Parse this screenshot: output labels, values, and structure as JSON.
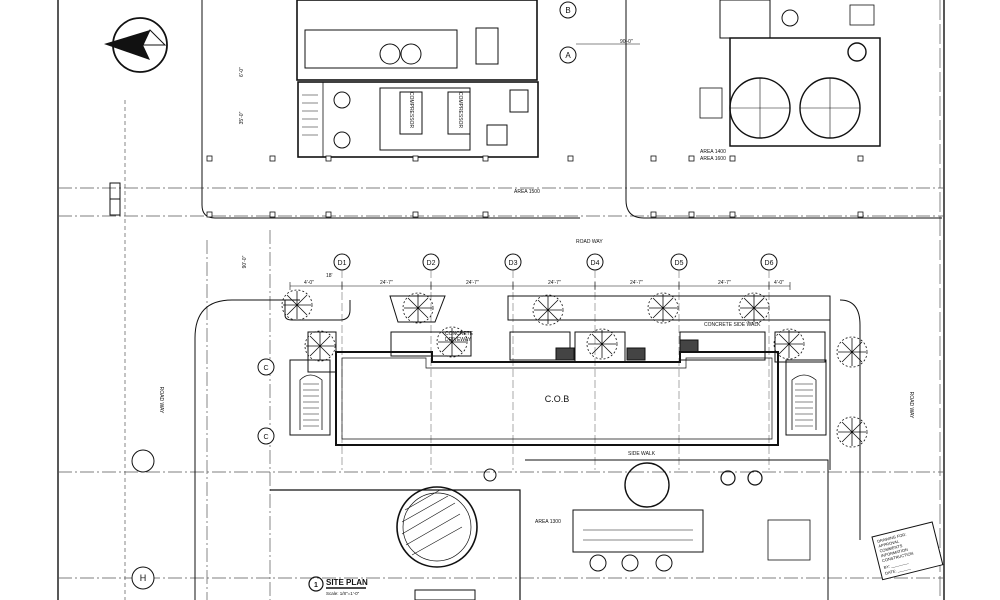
{
  "compass": {
    "icon": "north-arrow-icon"
  },
  "areas": {
    "a1500": "AREA 1500",
    "a1400": "AREA 1400",
    "a1600": "AREA 1600",
    "a1300": "AREA 1300"
  },
  "labels": {
    "road_way_top": "ROAD WAY",
    "road_way_left": "ROAD WAY",
    "road_way_right": "ROAD WAY",
    "concrete_driveway_1": "CONCRETE",
    "concrete_driveway_2": "DRIVEWAY",
    "concrete_sidewalk": "CONCRETE SIDE WALK",
    "side_walk": "SIDE WALK",
    "cob": "C.O.B",
    "compressor_1": "COMPRESSOR",
    "compressor_2": "COMPRESSOR"
  },
  "grid_columns": [
    "D1",
    "D2",
    "D3",
    "D4",
    "D5",
    "D6"
  ],
  "grid_rows": {
    "top_a": "A",
    "top_b": "B",
    "left_c1": "C",
    "left_c2": "C",
    "left_h": "H"
  },
  "dimensions": {
    "d0": "4'-0\"",
    "d1": "24'-7\"",
    "d2": "24'-7\"",
    "d3": "24'-7\"",
    "d4": "24'-7\"",
    "d5": "24'-7\"",
    "d6": "4'-0\"",
    "top": "18'",
    "left_v": "90'-0\"",
    "vert1": "6'-0\"",
    "vert2": "35'-0\"",
    "area_dim": "90'-0\""
  },
  "title_block": {
    "number": "1",
    "title": "SITE PLAN",
    "scale": "Scale: 1/8\"=1'-0\""
  },
  "stamp": {
    "line1": "DRAWING FOR:",
    "line2": "APPROVAL",
    "line3": "COMMENTS",
    "line4": "INFORMATION",
    "line5": "CONSTRUCTION",
    "by": "BY: ________",
    "date": "DATE: ______"
  }
}
